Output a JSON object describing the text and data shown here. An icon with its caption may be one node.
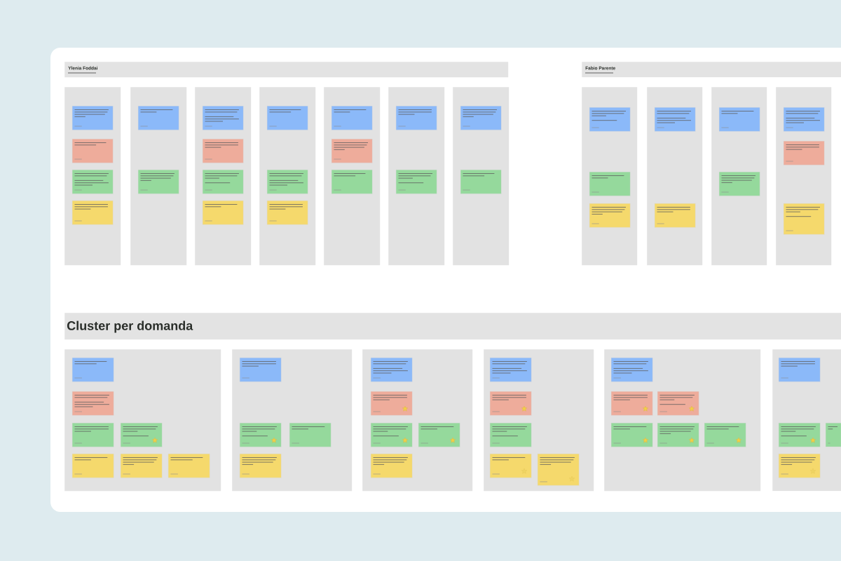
{
  "diagram": {
    "nodes": [
      {
        "text": [
          "Ylenia Foddai"
        ]
      },
      {
        "text": [],
        "shape": "box"
      },
      {
        "text": [],
        "shape": "box",
        "in": 1
      },
      {
        "text": [],
        "shape": "box",
        "in": 1
      },
      {
        "text": [],
        "shape": "box",
        "in": 1
      },
      {
        "text": [],
        "shape": "box",
        "in": 1
      },
      {
        "text": [],
        "shape": "box"
      },
      {
        "text": [],
        "shape": "box",
        "in": 6
      },
      {
        "text": [],
        "shape": "box",
        "in": 6
      },
      {
        "text": [],
        "shape": "box"
      },
      {
        "text": [],
        "shape": "box",
        "in": 9
      },
      {
        "text": [],
        "shape": "box",
        "in": 9
      },
      {
        "text": [],
        "shape": "box",
        "in": 9
      },
      {
        "text": [],
        "shape": "box",
        "in": 9
      },
      {
        "text": [],
        "shape": "box"
      },
      {
        "text": [],
        "shape": "box",
        "in": 14
      },
      {
        "text": [],
        "shape": "box",
        "in": 14
      },
      {
        "text": [],
        "shape": "box",
        "in": 14
      },
      {
        "text": [],
        "shape": "box"
      },
      {
        "text": [],
        "shape": "box",
        "in": 18
      },
      {
        "text": [],
        "shape": "box",
        "in": 18
      },
      {
        "text": [],
        "shape": "box",
        "in": 18
      },
      {
        "text": [],
        "shape": "box"
      },
      {
        "text": [],
        "shape": "box",
        "in": 22
      },
      {
        "text": [],
        "shape": "box",
        "in": 22
      },
      {
        "text": [],
        "shape": "box"
      },
      {
        "text": [],
        "shape": "box",
        "in": 25
      },
      {
        "text": [],
        "shape": "box",
        "in": 25
      },
      {
        "text": [
          "Fabio Parente"
        ]
      },
      {
        "text": [],
        "shape": "box"
      },
      {
        "text": [],
        "shape": "box",
        "in": 29
      },
      {
        "text": [],
        "shape": "box",
        "in": 29
      },
      {
        "text": [],
        "shape": "box",
        "in": 29
      },
      {
        "text": [],
        "shape": "box"
      },
      {
        "text": [],
        "shape": "box",
        "in": 33
      },
      {
        "text": [],
        "shape": "box",
        "in": 33
      },
      {
        "text": [],
        "shape": "box"
      },
      {
        "text": [],
        "shape": "box",
        "in": 36
      },
      {
        "text": [],
        "shape": "box",
        "in": 36
      },
      {
        "text": [],
        "shape": "box"
      },
      {
        "text": [],
        "shape": "box",
        "in": 39
      },
      {
        "text": [],
        "shape": "box",
        "in": 39
      },
      {
        "text": [],
        "shape": "box",
        "in": 39
      },
      {
        "text": [
          "Cluster per domanda"
        ]
      },
      {
        "text": [],
        "shape": "box"
      },
      {
        "text": [],
        "shape": "box",
        "in": 44
      },
      {
        "text": [],
        "shape": "box",
        "in": 44
      },
      {
        "text": [],
        "shape": "box",
        "in": 44
      },
      {
        "text": [],
        "shape": "box",
        "in": 44
      },
      {
        "text": [],
        "shape": "box",
        "in": 44
      },
      {
        "text": [],
        "shape": "box",
        "in": 44
      },
      {
        "text": [],
        "shape": "box",
        "in": 44
      },
      {
        "text": [],
        "shape": "box"
      },
      {
        "text": [],
        "shape": "box",
        "in": 52
      },
      {
        "text": [],
        "shape": "box",
        "in": 52
      },
      {
        "text": [],
        "shape": "box",
        "in": 52
      },
      {
        "text": [],
        "shape": "box",
        "in": 52
      },
      {
        "text": [],
        "shape": "box"
      },
      {
        "text": [],
        "shape": "box",
        "in": 57
      },
      {
        "text": [],
        "shape": "box",
        "in": 57
      },
      {
        "text": [],
        "shape": "box",
        "in": 57
      },
      {
        "text": [],
        "shape": "box",
        "in": 57
      },
      {
        "text": [],
        "shape": "box",
        "in": 57
      },
      {
        "text": [],
        "shape": "box"
      },
      {
        "text": [],
        "shape": "box",
        "in": 63
      },
      {
        "text": [],
        "shape": "box",
        "in": 63
      },
      {
        "text": [],
        "shape": "box",
        "in": 63
      },
      {
        "text": [],
        "shape": "box",
        "in": 63
      },
      {
        "text": [],
        "shape": "box",
        "in": 63
      },
      {
        "text": [],
        "shape": "box"
      },
      {
        "text": [],
        "shape": "box",
        "in": 69
      },
      {
        "text": [],
        "shape": "box",
        "in": 69
      },
      {
        "text": [],
        "shape": "box",
        "in": 69
      },
      {
        "text": [],
        "shape": "box",
        "in": 69
      },
      {
        "text": [],
        "shape": "box",
        "in": 69
      },
      {
        "text": [],
        "shape": "box",
        "in": 69
      },
      {
        "text": [],
        "shape": "box"
      },
      {
        "text": [],
        "shape": "box",
        "in": 76
      },
      {
        "text": [],
        "shape": "box",
        "in": 76
      },
      {
        "text": [],
        "shape": "box",
        "in": 76
      },
      {
        "text": [],
        "shape": "box",
        "in": 76
      }
    ]
  }
}
